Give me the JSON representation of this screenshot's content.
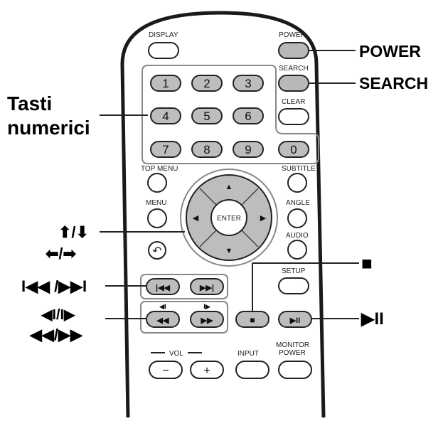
{
  "remote": {
    "labels": {
      "display": "DISPLAY",
      "power": "POWER",
      "search": "SEARCH",
      "clear": "CLEAR",
      "top_menu": "TOP MENU",
      "subtitle": "SUBTITLE",
      "menu": "MENU",
      "angle": "ANGLE",
      "audio": "AUDIO",
      "setup": "SETUP",
      "enter": "ENTER",
      "vol": "VOL",
      "vol_minus": "−",
      "vol_plus": "+",
      "input": "INPUT",
      "monitor_power_line1": "MONITOR",
      "monitor_power_line2": "POWER"
    },
    "number_keys": [
      "1",
      "2",
      "3",
      "4",
      "5",
      "6",
      "7",
      "8",
      "9",
      "0"
    ],
    "key_glyphs": {
      "up": "▲",
      "down": "▼",
      "left": "◀",
      "right": "▶",
      "return": "↶",
      "prev": "|◀◀",
      "next": "▶▶|",
      "rewind": "◀◀",
      "forward": "▶▶",
      "slow_back": "◀I",
      "slow_fwd": "I▶",
      "stop": "■",
      "play_pause": "▶II"
    }
  },
  "callouts": {
    "power": "POWER",
    "search": "SEARCH",
    "numeric_line1": "Tasti",
    "numeric_line2": "numerici",
    "cursor_line1": "⬆/⬇",
    "cursor_line2": "⬅/➡",
    "skip": "I◀◀ /▶▶I",
    "slow": "◀I/I▶",
    "scan": "◀◀/▶▶",
    "stop": "■",
    "play_pause": "▶II"
  }
}
